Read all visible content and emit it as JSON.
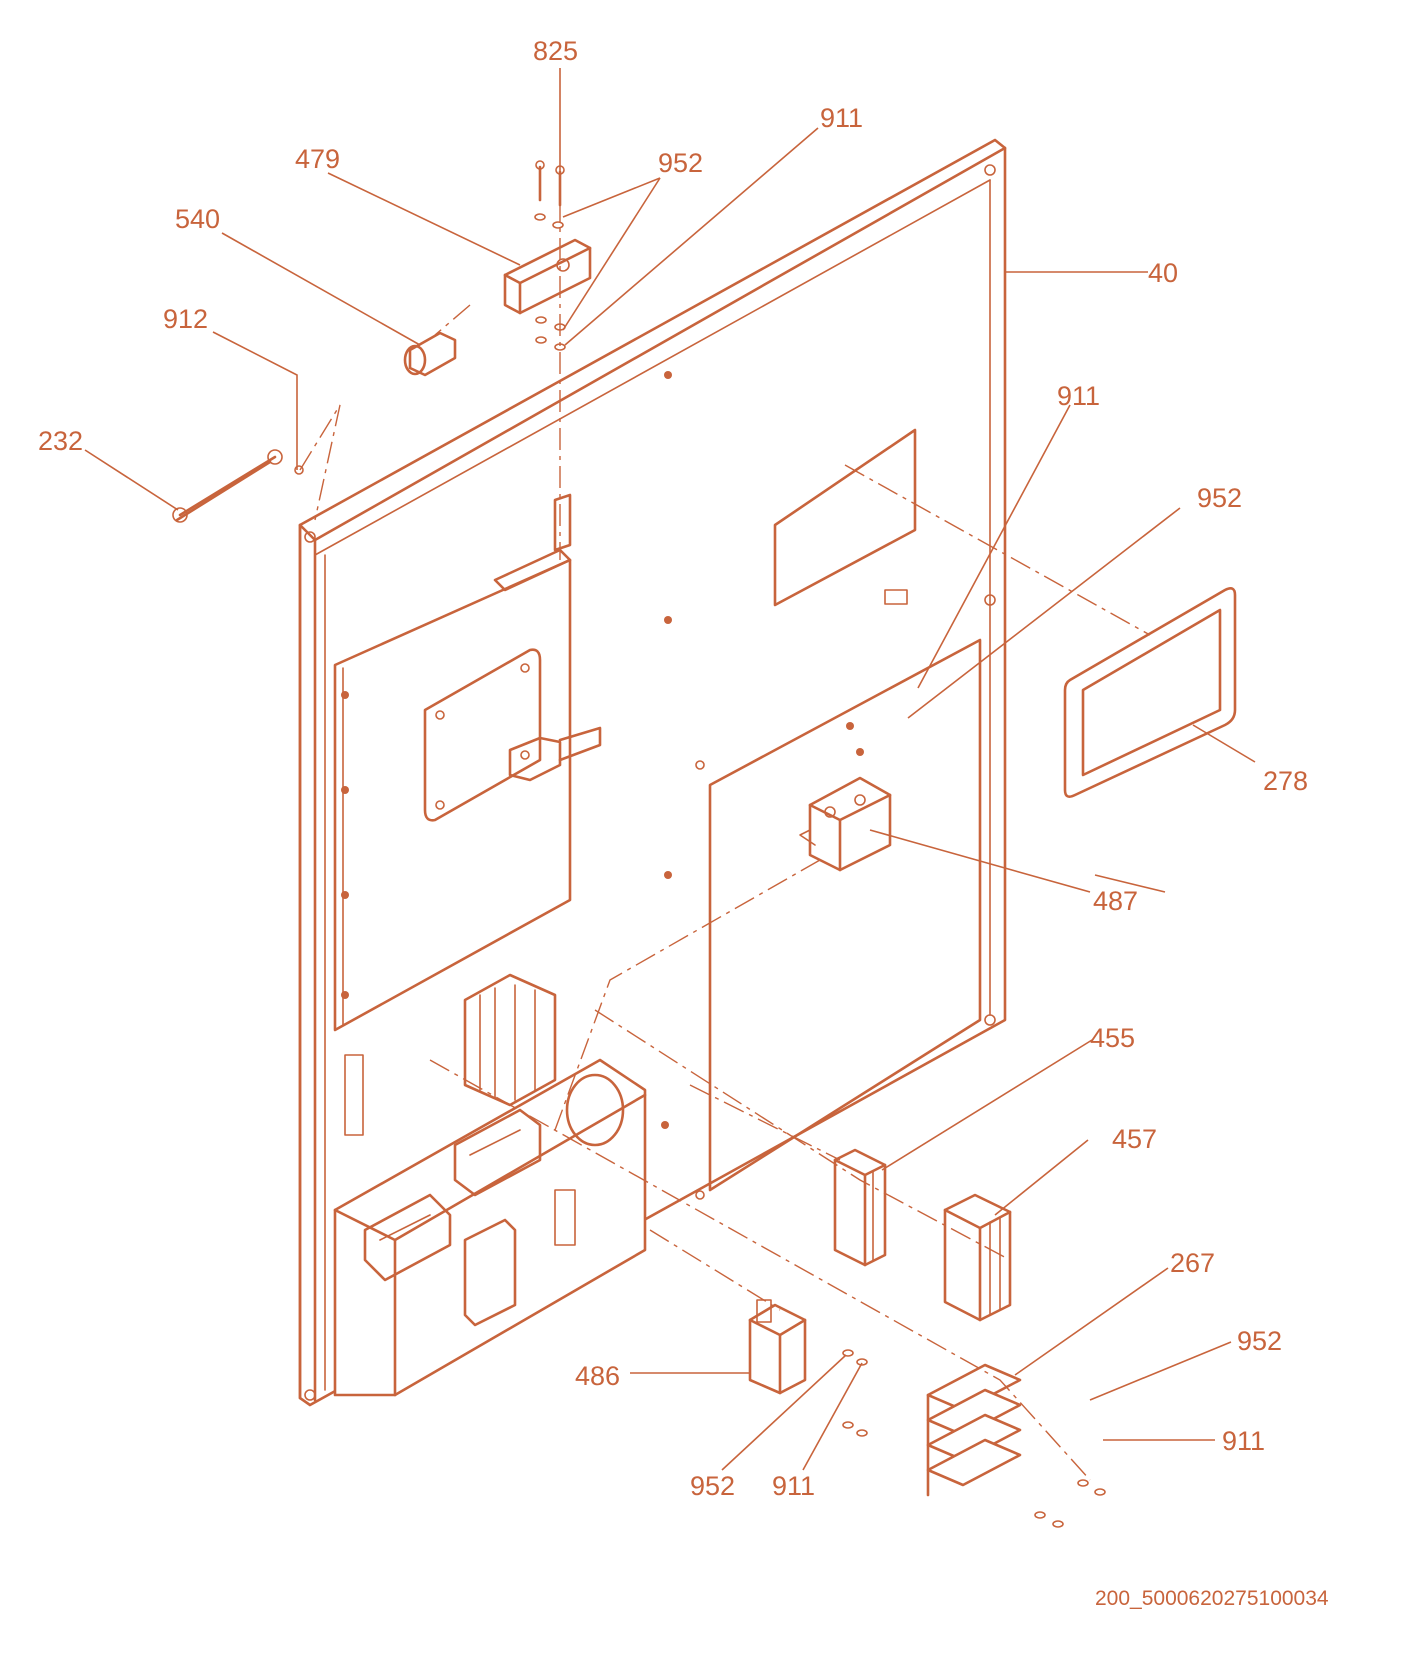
{
  "callouts": {
    "c825": "825",
    "c911_top": "911",
    "c479": "479",
    "c952_top": "952",
    "c540": "540",
    "c40": "40",
    "c912": "912",
    "c232": "232",
    "c911_right": "911",
    "c952_right": "952",
    "c278": "278",
    "c487": "487",
    "c455": "455",
    "c457": "457",
    "c267": "267",
    "c952_lower": "952",
    "c911_lower": "911",
    "c486": "486",
    "c952_bottom": "952",
    "c911_bottom": "911"
  },
  "drawing_reference": "200_5000620275100034",
  "colors": {
    "line": "#c8643c",
    "background": "#ffffff"
  }
}
